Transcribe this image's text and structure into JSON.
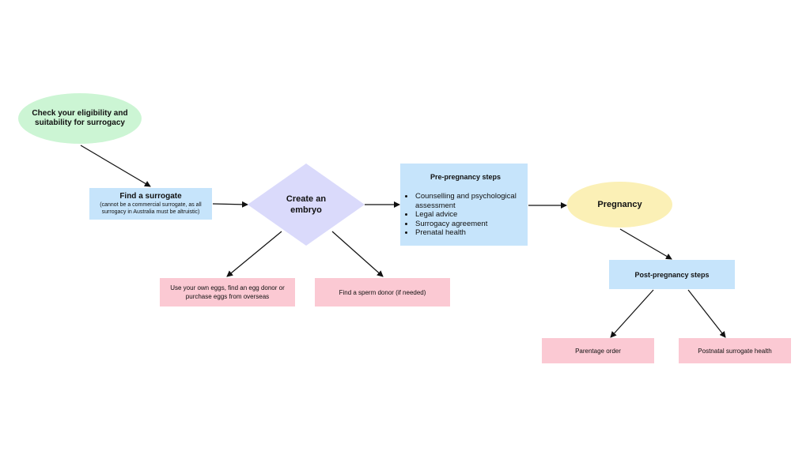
{
  "nodes": {
    "check": "Check your eligibility and suitability for surrogacy",
    "surrogate_title": "Find a surrogate",
    "surrogate_note": "(cannot be a commercial surrogate, as all surrogacy in Australia must be altruistic)",
    "embryo": "Create an embryo",
    "eggs": "Use your own eggs, find an egg donor or purchase eggs from overseas",
    "sperm": "Find a sperm donor (if needed)",
    "prepreg_title": "Pre-pregnancy steps",
    "prepreg_items": [
      "Counselling and psychological assessment",
      "Legal advice",
      "Surrogacy agreement",
      "Prenatal health"
    ],
    "pregnancy": "Pregnancy",
    "postpreg": "Post-pregnancy steps",
    "parentage": "Parentage order",
    "postnatal": "Postnatal surrogate health"
  },
  "colors": {
    "green": "#ccf5d4",
    "blue": "#c6e4fb",
    "lavender": "#dadafb",
    "pink": "#fbc9d3",
    "yellow": "#fbf0b6"
  }
}
